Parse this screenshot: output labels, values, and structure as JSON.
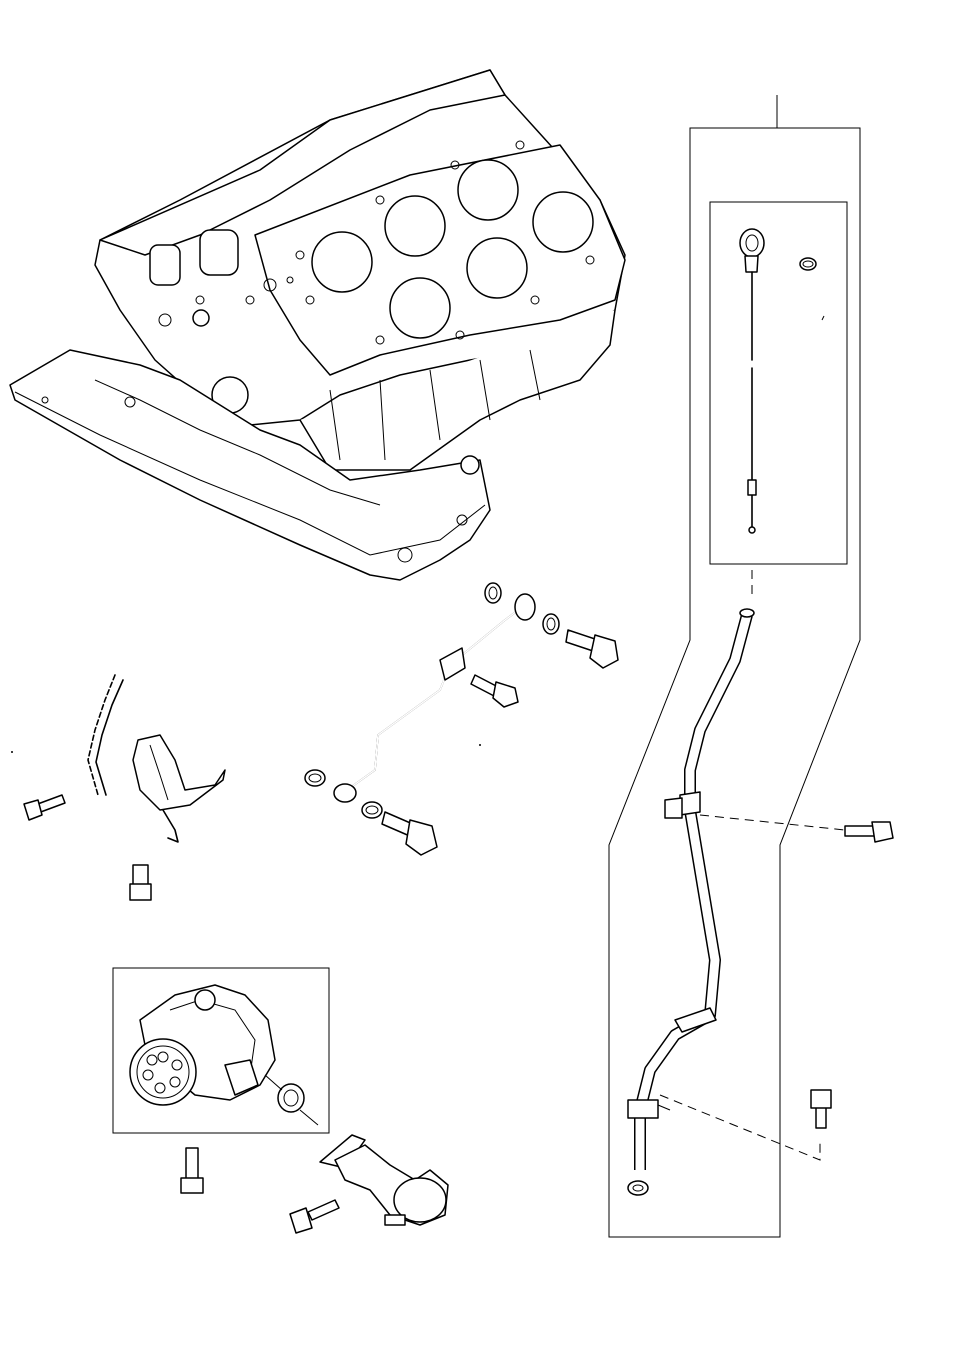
{
  "diagram": {
    "colors": {
      "line": "#000000",
      "background": "#ffffff"
    },
    "parts": [
      "cylinder-block",
      "oil-sump",
      "oil-feed-pipe",
      "timing-chain",
      "chain-tensioner",
      "oil-pump",
      "pump-sprocket",
      "oil-pickup-pipe",
      "dipstick",
      "dipstick-tube",
      "banjo-bolt",
      "sealing-washer",
      "flange-bolt",
      "o-ring"
    ]
  }
}
